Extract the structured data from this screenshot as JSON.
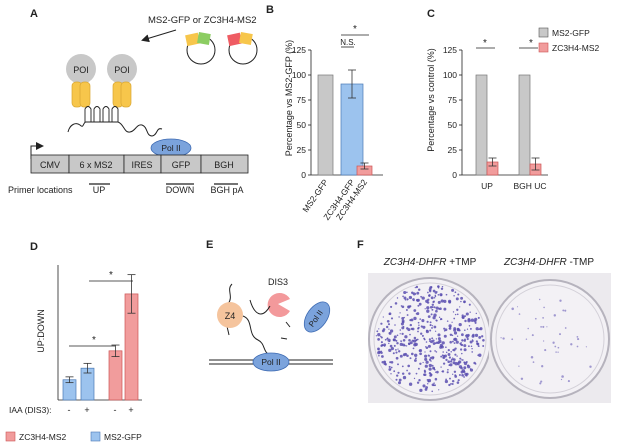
{
  "panels": {
    "a": {
      "letter": "A",
      "arrow_label": "MS2-GFP or ZC3H4-MS2",
      "poi_labels": [
        "POI",
        "POI"
      ],
      "pol2": "Pol II",
      "construct": [
        "CMV",
        "6 x MS2",
        "IRES",
        "GFP",
        "BGH"
      ],
      "primer_title": "Primer locations",
      "primers": [
        "UP",
        "DOWN",
        "BGH pA"
      ]
    },
    "b": {
      "letter": "B",
      "ylabel": "Percentage vs MS2-GFP (%)",
      "sig_ns": "N.S.",
      "sig_star": "*"
    },
    "c": {
      "letter": "C",
      "ylabel": "Percentage vs control (%)",
      "legend": [
        "MS2-GFP",
        "ZC3H4-MS2"
      ],
      "stars": [
        "*",
        "*"
      ]
    },
    "d": {
      "letter": "D",
      "ylabel": "UP:DOWN",
      "row_label": "IAA (DIS3):",
      "signs": [
        "-",
        "+",
        "-",
        "+"
      ],
      "stars": [
        "*",
        "*"
      ],
      "legend": [
        "ZC3H4-MS2",
        "MS2-GFP"
      ]
    },
    "e": {
      "letter": "E",
      "z4": "Z4",
      "dis3": "DIS3",
      "pol_a": "Pol II",
      "pol_b": "Pol II"
    },
    "f": {
      "letter": "F",
      "plate_left": "ZC3H4-DHFR",
      "plate_left_suffix": " +TMP",
      "plate_right": "ZC3H4-DHFR",
      "plate_right_suffix": " -TMP"
    }
  },
  "colors": {
    "gray": "#c8c8c8",
    "blue": "#9cc3ee",
    "pink": "#f19c9c",
    "pol": "#7ba3dc",
    "poi": "#c8c8c8",
    "yellow": "#f7c64b",
    "dis3": "#f3999b",
    "z4": "#f5c49d",
    "colony": "#5b4fb0"
  },
  "chart_data": [
    {
      "id": "B",
      "type": "bar",
      "categories": [
        "MS2-GFP",
        "ZC3H4-GFP",
        "ZC3H4-MS2"
      ],
      "values": [
        100,
        91,
        9
      ],
      "errors": [
        0,
        14,
        3
      ],
      "ylim": [
        0,
        125
      ],
      "yticks": [
        0,
        25,
        50,
        75,
        100,
        125
      ],
      "ylabel": "Percentage vs MS2-GFP (%)",
      "xlabel": ""
    },
    {
      "id": "C",
      "type": "bar",
      "categories": [
        "UP",
        "BGH UC"
      ],
      "series": [
        {
          "name": "MS2-GFP",
          "values": [
            100,
            100
          ],
          "errors": [
            0,
            0
          ]
        },
        {
          "name": "ZC3H4-MS2",
          "values": [
            13,
            11
          ],
          "errors": [
            4,
            6
          ]
        }
      ],
      "ylim": [
        0,
        125
      ],
      "yticks": [
        0,
        25,
        50,
        75,
        100,
        125
      ],
      "ylabel": "Percentage vs control (%)",
      "xlabel": ""
    },
    {
      "id": "D",
      "type": "bar",
      "categories": [
        "-",
        "+",
        "-",
        "+"
      ],
      "groups": [
        "MS2-GFP",
        "MS2-GFP",
        "ZC3H4-MS2",
        "ZC3H4-MS2"
      ],
      "values": [
        2.1,
        3.3,
        5.1,
        11.0
      ],
      "errors": [
        0.3,
        0.5,
        0.6,
        2.0
      ],
      "ylim": [
        0,
        14
      ],
      "ylabel": "UP:DOWN",
      "xlabel": ""
    }
  ]
}
